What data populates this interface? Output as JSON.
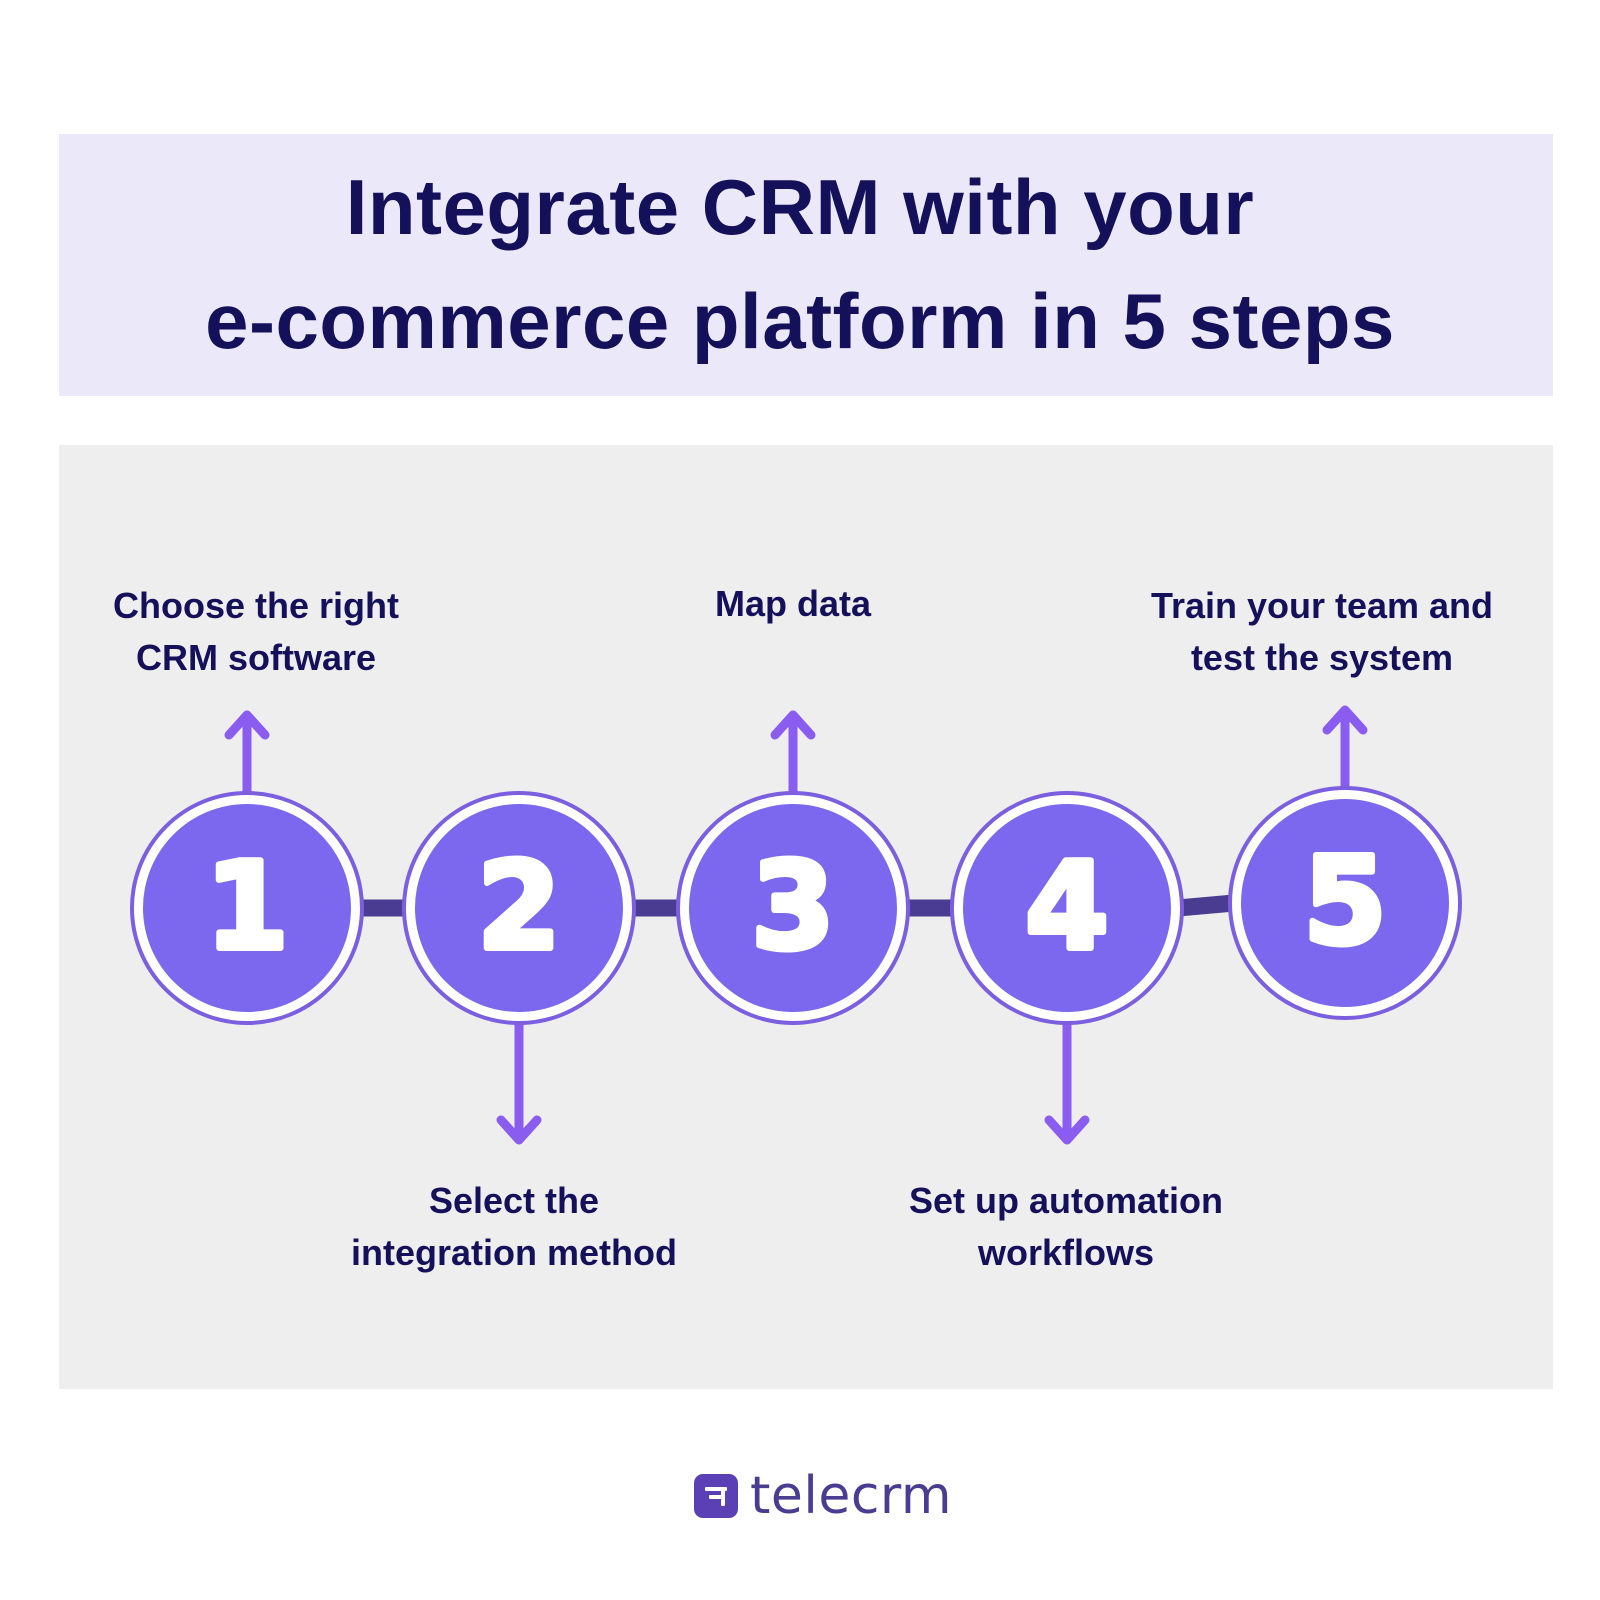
{
  "title": {
    "line1": "Integrate CRM with your",
    "line2": "e-commerce platform in 5 steps"
  },
  "steps": [
    {
      "number": "1",
      "label_lines": [
        "Choose the right",
        "CRM software"
      ],
      "arrow": "up"
    },
    {
      "number": "2",
      "label_lines": [
        "Select the",
        "integration method"
      ],
      "arrow": "down"
    },
    {
      "number": "3",
      "label_lines": [
        "Map data"
      ],
      "arrow": "up"
    },
    {
      "number": "4",
      "label_lines": [
        "Set up automation",
        "workflows"
      ],
      "arrow": "down"
    },
    {
      "number": "5",
      "label_lines": [
        "Train your team and",
        "test the system"
      ],
      "arrow": "up"
    }
  ],
  "brand": {
    "name": "telecrm",
    "logo_icon": "telecrm-logo-icon"
  },
  "colors": {
    "title_background": "#ebe8f9",
    "panel_background": "#eeeeee",
    "text_dark_navy": "#15105a",
    "circle_fill": "#7b68ee",
    "circle_ring": "#7b5fe0",
    "arrow": "#8a5cf0",
    "connector": "#4a3d91",
    "brand": "#4a3d91"
  }
}
